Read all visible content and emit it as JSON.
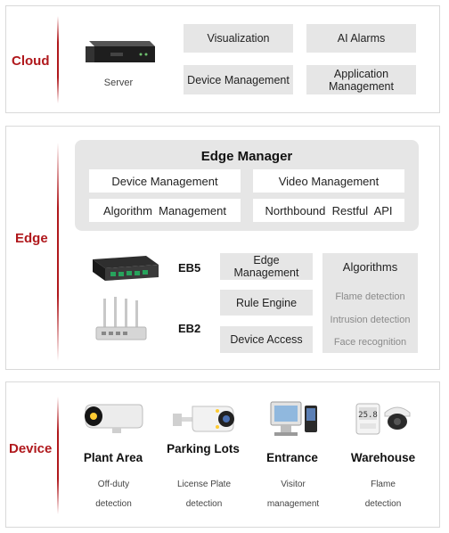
{
  "cloud": {
    "label": "Cloud",
    "server_label": "Server",
    "boxes": [
      "Visualization",
      "AI Alarms",
      "Device Management",
      "Application Management"
    ]
  },
  "edge": {
    "label": "Edge",
    "manager_title": "Edge Manager",
    "manager_items": [
      "Device Management",
      "Video Management",
      "Algorithm  Management",
      "Northbound  Restful  API"
    ],
    "eb5_label": "EB5",
    "eb2_label": "EB2",
    "functions": [
      "Edge Management",
      "Rule Engine",
      "Device Access"
    ],
    "algorithms_title": "Algorithms",
    "algorithms": [
      "Flame detection",
      "Intrusion detection",
      "Face recognition"
    ]
  },
  "device": {
    "label": "Device",
    "items": [
      {
        "title": "Plant Area",
        "desc": "Off-duty detection"
      },
      {
        "title": "Parking Lots",
        "desc": "License Plate detection"
      },
      {
        "title": "Entrance",
        "desc": "Visitor management"
      },
      {
        "title": "Warehouse",
        "desc": "Flame detection"
      }
    ]
  },
  "colors": {
    "accent": "#b0181c",
    "box": "#e6e6e6"
  }
}
